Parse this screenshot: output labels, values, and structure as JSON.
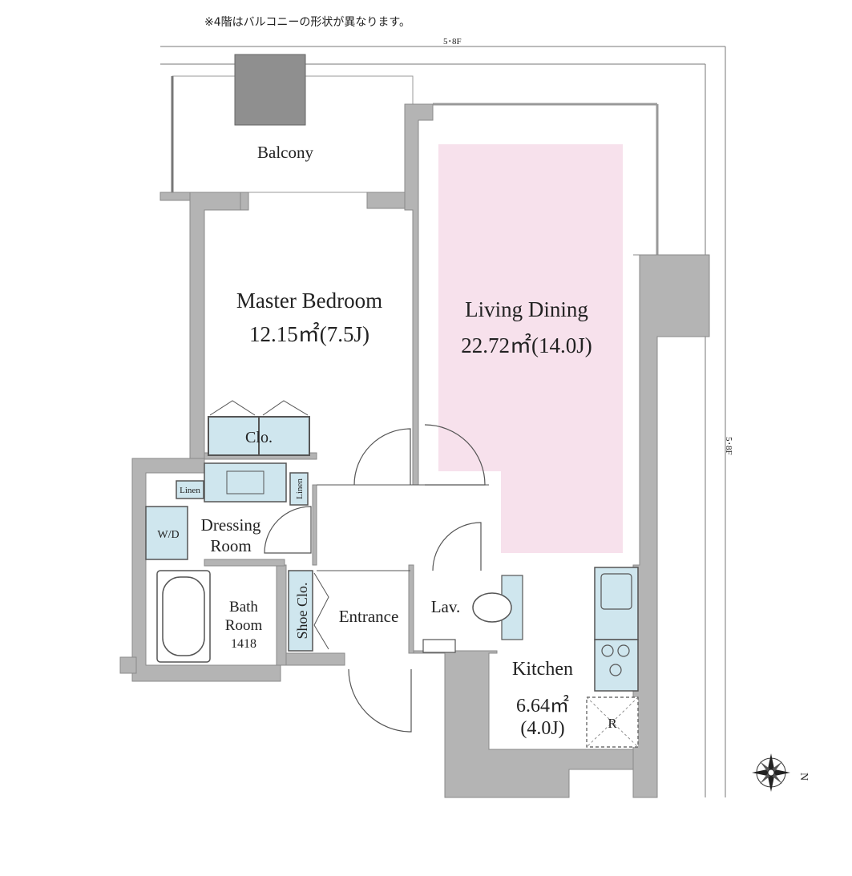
{
  "note": "※4階はバルコニーの形状が異なります。",
  "dimension_labels": {
    "top": "5･8F",
    "right": "5･8F"
  },
  "colors": {
    "wall": "#b4b4b4",
    "wall_stroke": "#8a8a8a",
    "living_fill": "#f7e1ec",
    "fixture_fill": "#cfe6ee",
    "line": "#555555"
  },
  "rooms": {
    "balcony": {
      "name": "Balcony"
    },
    "master_bedroom": {
      "name": "Master Bedroom",
      "area": "12.15㎡(7.5J)"
    },
    "living_dining": {
      "name": "Living Dining",
      "area": "22.72㎡(14.0J)"
    },
    "closet": {
      "name": "Clo."
    },
    "linen_left": {
      "name": "Linen"
    },
    "linen_right": {
      "name": "Linen"
    },
    "wd": {
      "name": "W/D"
    },
    "dressing_room": {
      "line1": "Dressing",
      "line2": "Room"
    },
    "bath_room": {
      "line1": "Bath",
      "line2": "Room",
      "line3": "1418"
    },
    "shoe_closet": {
      "name": "Shoe Clo."
    },
    "entrance": {
      "name": "Entrance"
    },
    "lavatory": {
      "name": "Lav."
    },
    "kitchen": {
      "name": "Kitchen",
      "area_line1": "6.64㎡",
      "area_line2": "(4.0J)"
    },
    "refrigerator": {
      "name": "R"
    }
  },
  "compass": {
    "direction_icon": "compass-rose-icon",
    "label": "N"
  }
}
